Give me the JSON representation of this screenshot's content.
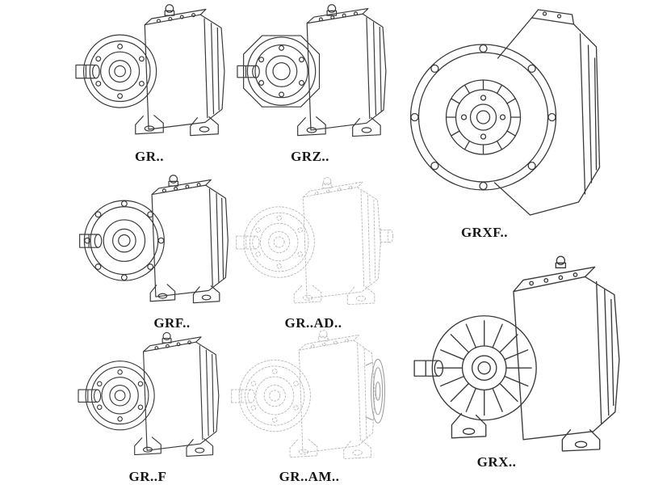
{
  "page": {
    "background": "#ffffff",
    "line_color": "#3a3a3a",
    "phantom_line_color": "#bcbcbc"
  },
  "figures": [
    {
      "id": "gr",
      "label": "GR.."
    },
    {
      "id": "grz",
      "label": "GRZ.."
    },
    {
      "id": "grxf",
      "label": "GRXF.."
    },
    {
      "id": "grf",
      "label": "GRF.."
    },
    {
      "id": "gr-ad",
      "label": "GR..AD.."
    },
    {
      "id": "gr-f",
      "label": "GR..F"
    },
    {
      "id": "gr-am",
      "label": "GR..AM.."
    },
    {
      "id": "grx",
      "label": "GRX.."
    }
  ]
}
